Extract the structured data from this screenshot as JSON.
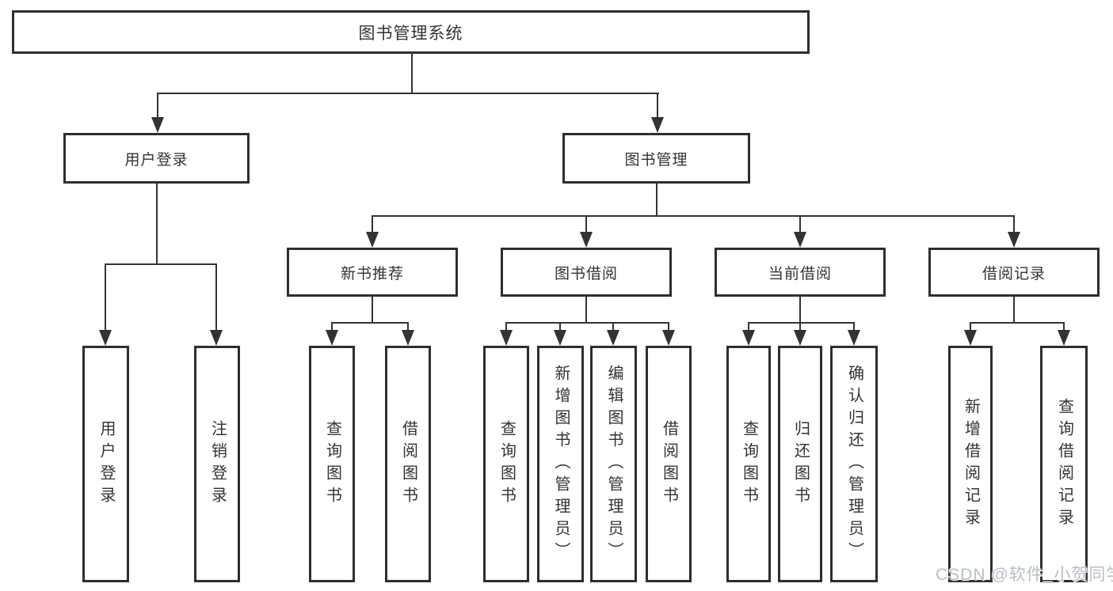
{
  "title": {
    "label": "图书管理系统"
  },
  "level2": {
    "user_login": {
      "label": "用户登录"
    },
    "book_mgmt": {
      "label": "图书管理"
    }
  },
  "level3": {
    "new_books": {
      "label": "新书推荐"
    },
    "borrow": {
      "label": "图书借阅"
    },
    "current": {
      "label": "当前借阅"
    },
    "records": {
      "label": "借阅记录"
    }
  },
  "leaves": {
    "user_login_1": {
      "label": "用户登录"
    },
    "user_login_2": {
      "label": "注销登录"
    },
    "new_books_1": {
      "label": "查询图书"
    },
    "new_books_2": {
      "label": "借阅图书"
    },
    "borrow_1": {
      "label": "查询图书"
    },
    "borrow_2": {
      "label": "新增图书（管理员）"
    },
    "borrow_3": {
      "label": "编辑图书（管理员）"
    },
    "borrow_4": {
      "label": "借阅图书"
    },
    "current_1": {
      "label": "查询图书"
    },
    "current_2": {
      "label": "归还图书"
    },
    "current_3": {
      "label": "确认归还（管理员）"
    },
    "records_1": {
      "label": "新增借阅记录"
    },
    "records_2": {
      "label": "查询借阅记录"
    }
  },
  "watermark": {
    "text": "CSDN @软件_小贺同学"
  },
  "colors": {
    "line": "#333333",
    "border": "#2e2e2e",
    "text": "#333333",
    "background": "#ffffff",
    "watermark": "#b9bec4"
  }
}
